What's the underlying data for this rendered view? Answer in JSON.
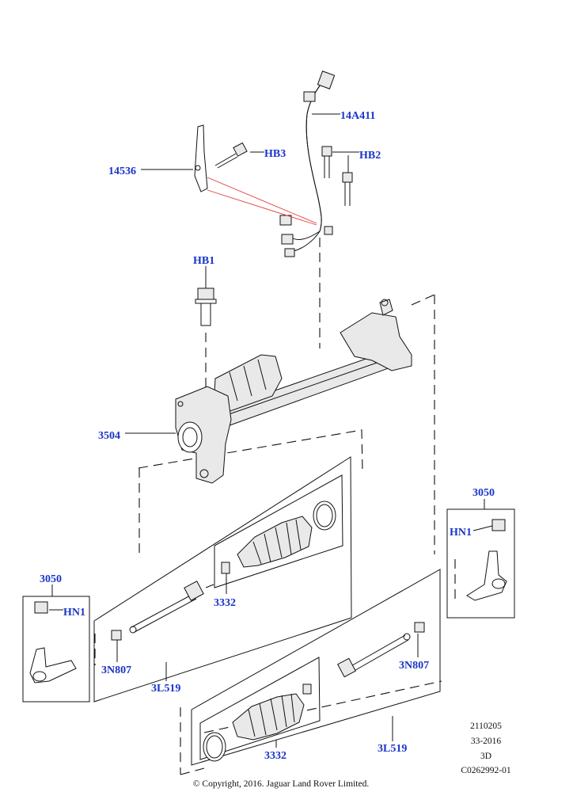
{
  "colors": {
    "callout": "#1a35c8",
    "ink": "#111111",
    "harness_marker": "#e23a3a"
  },
  "callouts": {
    "hb3": "HB3",
    "harness_14a411": "14A411",
    "hb2": "HB2",
    "bracket_14536": "14536",
    "hb1": "HB1",
    "rack_3504": "3504",
    "tie_rod_end_right_3050": "3050",
    "hn1_right": "HN1",
    "tie_rod_end_left_3050": "3050",
    "hn1_left": "HN1",
    "boot_upper_3332": "3332",
    "nut_left_3n807": "3N807",
    "tie_rod_left_3l519": "3L519",
    "nut_right_3n807": "3N807",
    "boot_lower_3332": "3332",
    "tie_rod_right_3l519": "3L519"
  },
  "meta": {
    "line1": "2110205",
    "line2": "33-2016",
    "line3": "3D",
    "line4": "C0262992-01"
  },
  "copyright": "© Copyright, 2016. Jaguar Land Rover Limited."
}
